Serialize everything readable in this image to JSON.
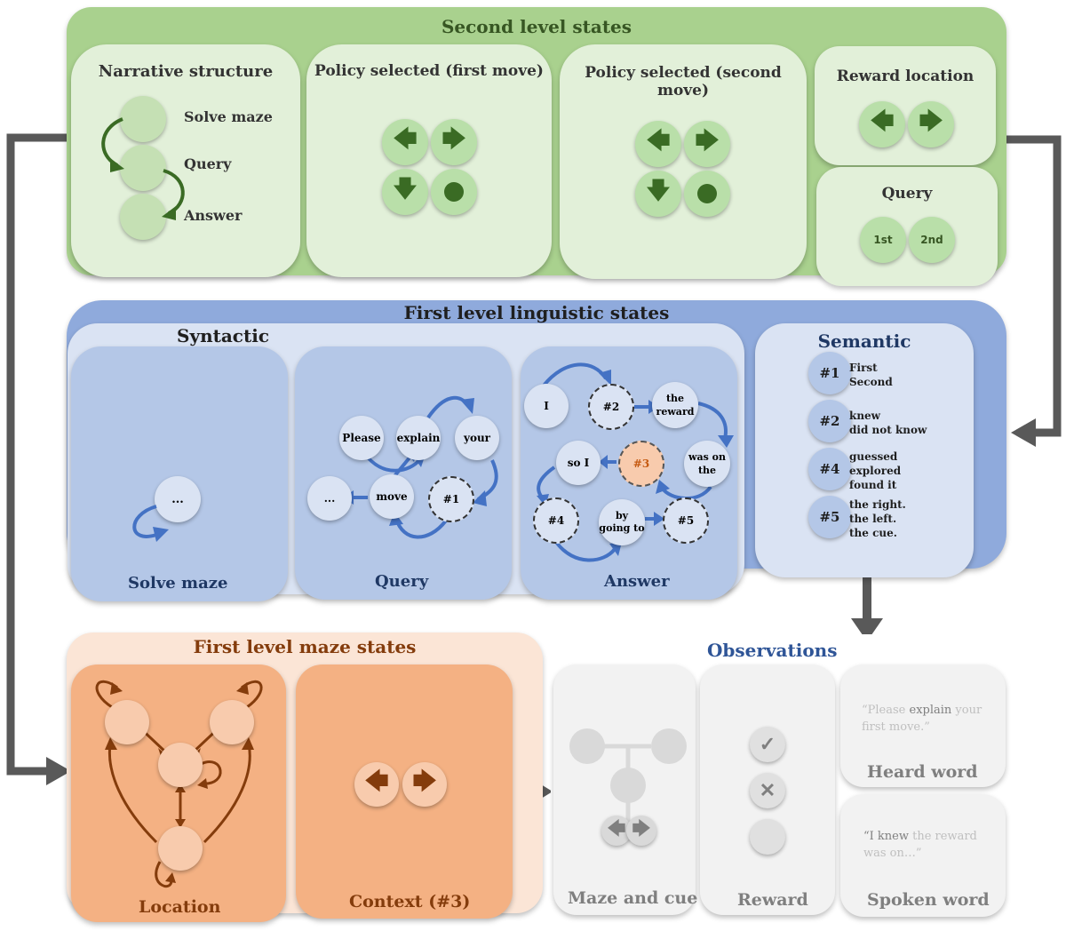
{
  "second_level": {
    "title": "Second level states",
    "narrative": {
      "title": "Narrative structure",
      "solve": "Solve maze",
      "query": "Query",
      "answer": "Answer"
    },
    "policy_first": {
      "title": "Policy selected (first move)"
    },
    "policy_second": {
      "title": "Policy selected (second move)"
    },
    "reward_location": {
      "title": "Reward location"
    },
    "query": {
      "title": "Query",
      "first": "1st",
      "second": "2nd"
    }
  },
  "linguistic": {
    "title": "First level linguistic states",
    "syntactic": {
      "title": "Syntactic",
      "solve_maze": {
        "label": "Solve maze",
        "node": "..."
      },
      "query": {
        "label": "Query",
        "please": "Please",
        "explain": "explain",
        "your": "your",
        "dots": "...",
        "move": "move",
        "h1": "#1"
      },
      "answer": {
        "label": "Answer",
        "i": "I",
        "h2": "#2",
        "the_reward": "the reward",
        "was_on_the": "was on the",
        "so_i": "so I",
        "h3": "#3",
        "h4": "#4",
        "by_going_to": "by going to",
        "h5": "#5"
      }
    },
    "semantic": {
      "title": "Semantic",
      "items": [
        {
          "tag": "#1",
          "words": [
            "First",
            "Second"
          ]
        },
        {
          "tag": "#2",
          "words": [
            "knew",
            "did not know"
          ]
        },
        {
          "tag": "#4",
          "words": [
            "guessed",
            "explored",
            "found it"
          ]
        },
        {
          "tag": "#5",
          "words": [
            "the right.",
            "the left.",
            "the cue."
          ]
        }
      ]
    }
  },
  "maze": {
    "title": "First level  maze states",
    "location": {
      "label": "Location"
    },
    "context": {
      "label": "Context (#3)"
    }
  },
  "observations": {
    "title": "Observations",
    "maze_cue": {
      "label": "Maze and cue"
    },
    "reward": {
      "label": "Reward"
    },
    "heard": {
      "label": "Heard word",
      "quote_a": "“Please ",
      "quote_b": "explain",
      "quote_c": " your first move.”"
    },
    "spoken": {
      "label": "Spoken word",
      "quote_a": "“I knew ",
      "quote_b": "the reward was on…”"
    }
  },
  "colors": {
    "green_outer": "#a9d18e",
    "green_panel": "#e2f0d9",
    "green_dark": "#3a6b24",
    "blue_outer": "#8faadc",
    "blue_panel": "#dae3f3",
    "blue_inner": "#b4c7e7",
    "blue_arrow": "#4472c4",
    "orange_outer": "#fbe5d6",
    "orange_panel": "#f4b183",
    "orange_dark": "#843c0c",
    "gray_panel": "#f2f2f2",
    "connector": "#595959"
  }
}
